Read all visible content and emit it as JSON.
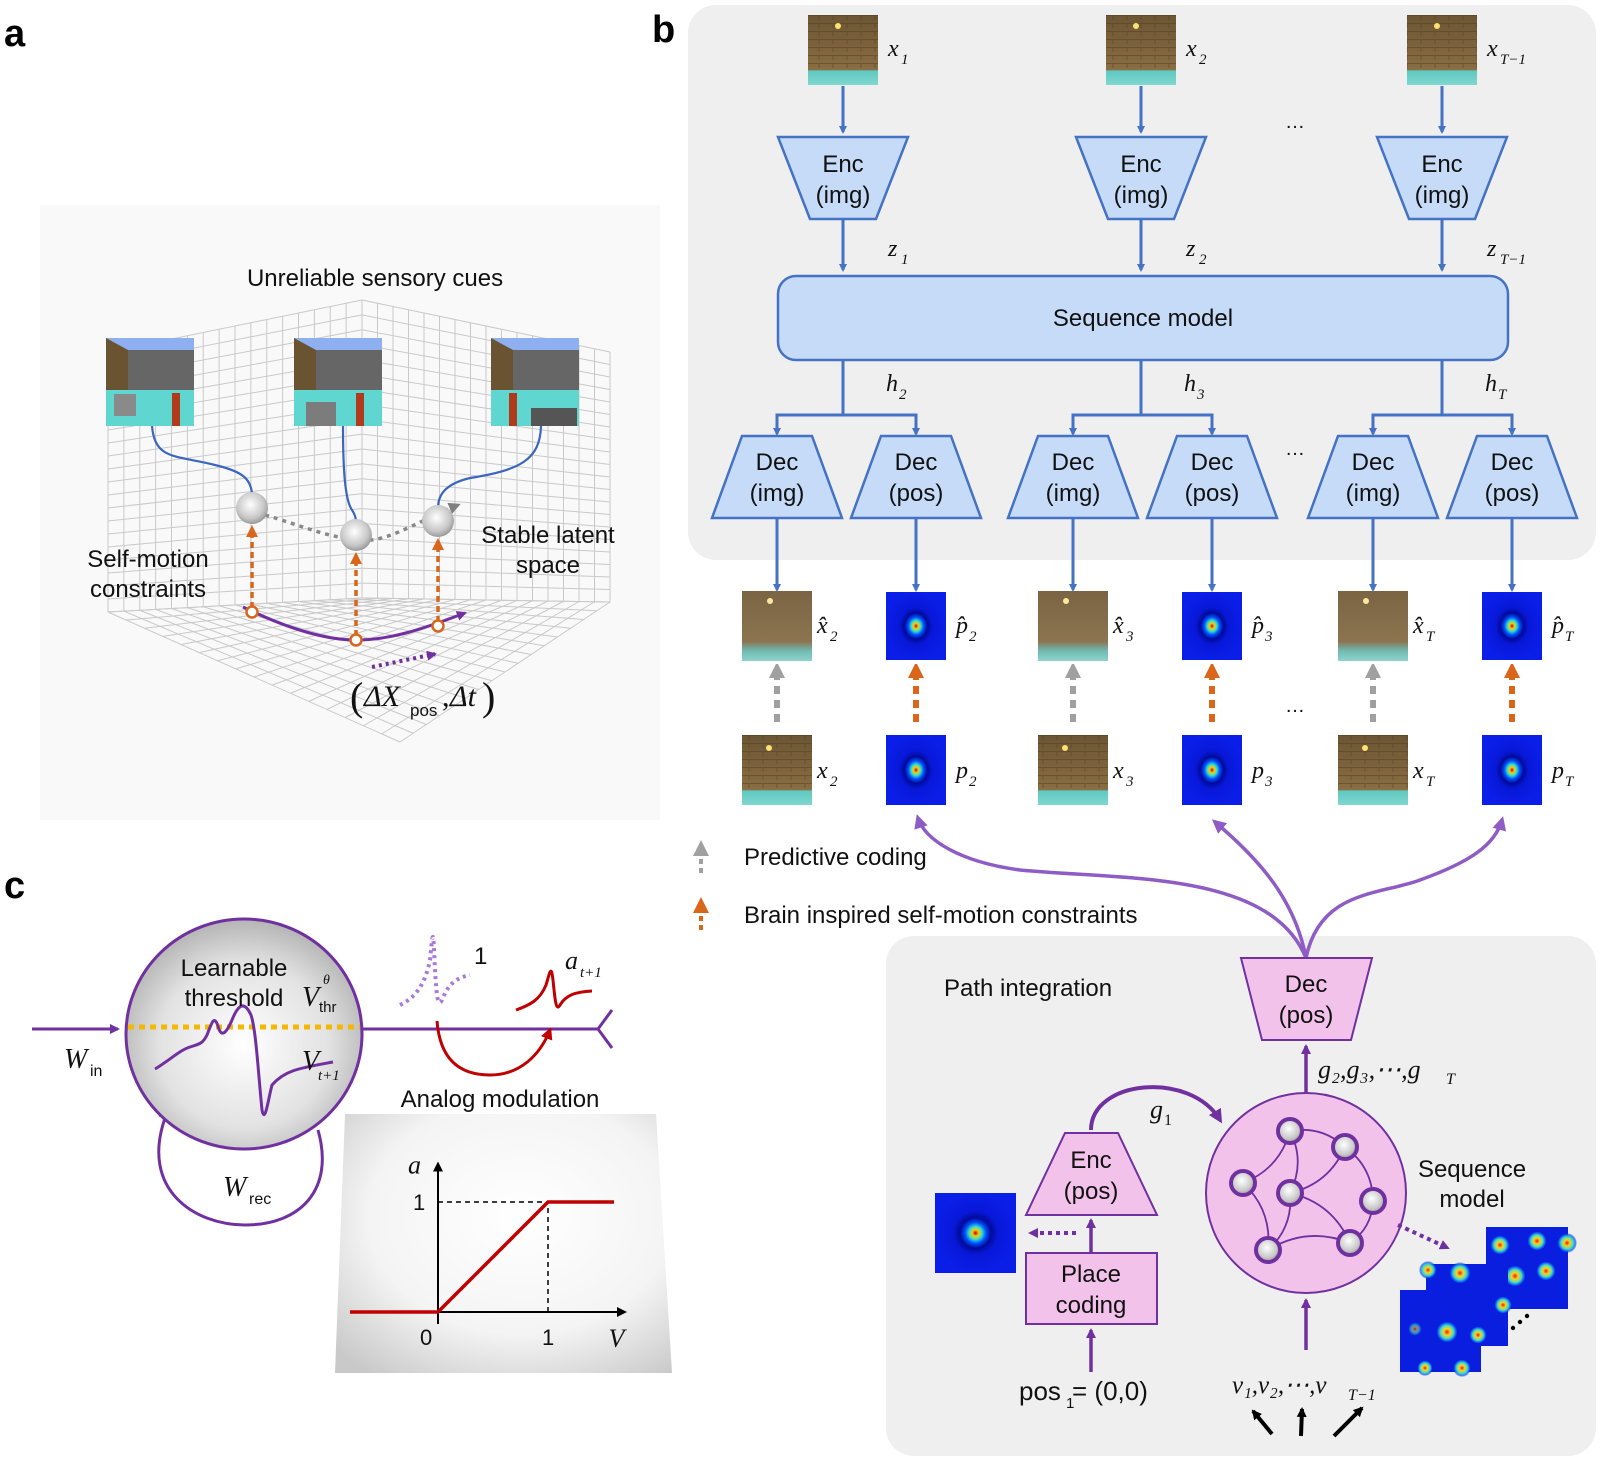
{
  "panels": {
    "a": {
      "label": "a",
      "title": "Unreliable sensory cues",
      "left_caption_line1": "Self-motion",
      "left_caption_line2": "constraints",
      "right_caption_line1": "Stable latent",
      "right_caption_line2": "space",
      "displacement": {
        "open": "(",
        "delta1": "ΔX",
        "sub": "pos",
        "comma": ",",
        "delta2": "Δt",
        "close": ")"
      }
    },
    "b": {
      "label": "b",
      "inputs": [
        {
          "var": "x",
          "sub": "1"
        },
        {
          "var": "x",
          "sub": "2"
        },
        {
          "var": "x",
          "sub": "T−1"
        }
      ],
      "encoder_line1": "Enc",
      "encoder_line2": "(img)",
      "latents": [
        {
          "var": "z",
          "sub": "1"
        },
        {
          "var": "z",
          "sub": "2"
        },
        {
          "var": "z",
          "sub": "T−1"
        }
      ],
      "ellipsis": "…",
      "sequence_model": "Sequence model",
      "hidden": [
        {
          "var": "h",
          "sub": "2"
        },
        {
          "var": "h",
          "sub": "3"
        },
        {
          "var": "h",
          "sub": "T"
        }
      ],
      "decoders": [
        {
          "line1": "Dec",
          "line2": "(img)"
        },
        {
          "line1": "Dec",
          "line2": "(pos)"
        },
        {
          "line1": "Dec",
          "line2": "(img)"
        },
        {
          "line1": "Dec",
          "line2": "(pos)"
        },
        {
          "line1": "Dec",
          "line2": "(img)"
        },
        {
          "line1": "Dec",
          "line2": "(pos)"
        }
      ],
      "predictions": [
        {
          "var": "x̂",
          "sub": "2",
          "kind": "img"
        },
        {
          "var": "p̂",
          "sub": "2",
          "kind": "pos"
        },
        {
          "var": "x̂",
          "sub": "3",
          "kind": "img"
        },
        {
          "var": "p̂",
          "sub": "3",
          "kind": "pos"
        },
        {
          "var": "x̂",
          "sub": "T",
          "kind": "img"
        },
        {
          "var": "p̂",
          "sub": "T",
          "kind": "pos"
        }
      ],
      "targets": [
        {
          "var": "x",
          "sub": "2",
          "kind": "img"
        },
        {
          "var": "p",
          "sub": "2",
          "kind": "pos"
        },
        {
          "var": "x",
          "sub": "3",
          "kind": "img"
        },
        {
          "var": "p",
          "sub": "3",
          "kind": "pos"
        },
        {
          "var": "x",
          "sub": "T",
          "kind": "img"
        },
        {
          "var": "p",
          "sub": "T",
          "kind": "pos"
        }
      ],
      "legend": [
        {
          "label": "Predictive coding",
          "color": "#a0a0a0"
        },
        {
          "label": "Brain inspired self-motion constraints",
          "color": "#d9661a"
        }
      ],
      "path_integration": {
        "title": "Path integration",
        "dec_line1": "Dec",
        "dec_line2": "(pos)",
        "grid_outputs": "g₂,g₃,⋯,g",
        "grid_outputs_sub": "T",
        "g1": "g",
        "g1_sub": "1",
        "enc_line1": "Enc",
        "enc_line2": "(pos)",
        "place_line1": "Place",
        "place_line2": "coding",
        "pos_init": "pos",
        "pos_init_sub": "1",
        "pos_init_value": " = (0,0)",
        "velocities": "v₁,v₂,⋯,v",
        "velocities_sub": "T−1",
        "seq_line1": "Sequence",
        "seq_line2": "model"
      }
    },
    "c": {
      "label": "c",
      "neuron_line1": "Learnable",
      "neuron_line2": "threshold",
      "threshold_var": "V",
      "threshold_sup": "θ",
      "threshold_sub": "thr",
      "membrane_var": "V",
      "membrane_sub": "t+1",
      "w_in": "W",
      "w_in_sub": "in",
      "w_rec": "W",
      "w_rec_sub": "rec",
      "spike_label": "1",
      "output_var": "a",
      "output_sub": "t+1",
      "modulation_title": "Analog modulation"
    }
  },
  "colors": {
    "blue_fill": "#c6dbf7",
    "blue_stroke": "#4472c4",
    "pink_fill": "#f3c2ea",
    "purple": "#7030a0",
    "orange": "#d9661a",
    "gray_arrow": "#a0a0a0",
    "red": "#c00000",
    "panel_bg": "#efefef"
  },
  "chart_data": {
    "type": "line",
    "title": "Analog modulation",
    "xlabel": "V",
    "ylabel": "a",
    "x": [
      -0.8,
      0,
      1,
      1.6
    ],
    "y": [
      0,
      0,
      1,
      1
    ],
    "xticks": [
      "0",
      "1"
    ],
    "yticks": [
      "1"
    ],
    "xlim": [
      -0.8,
      1.7
    ],
    "ylim": [
      0,
      1.35
    ],
    "grid": false,
    "reference_lines": [
      {
        "from": [
          0,
          1
        ],
        "to": [
          1,
          1
        ]
      },
      {
        "from": [
          1,
          0
        ],
        "to": [
          1,
          1
        ]
      }
    ]
  }
}
